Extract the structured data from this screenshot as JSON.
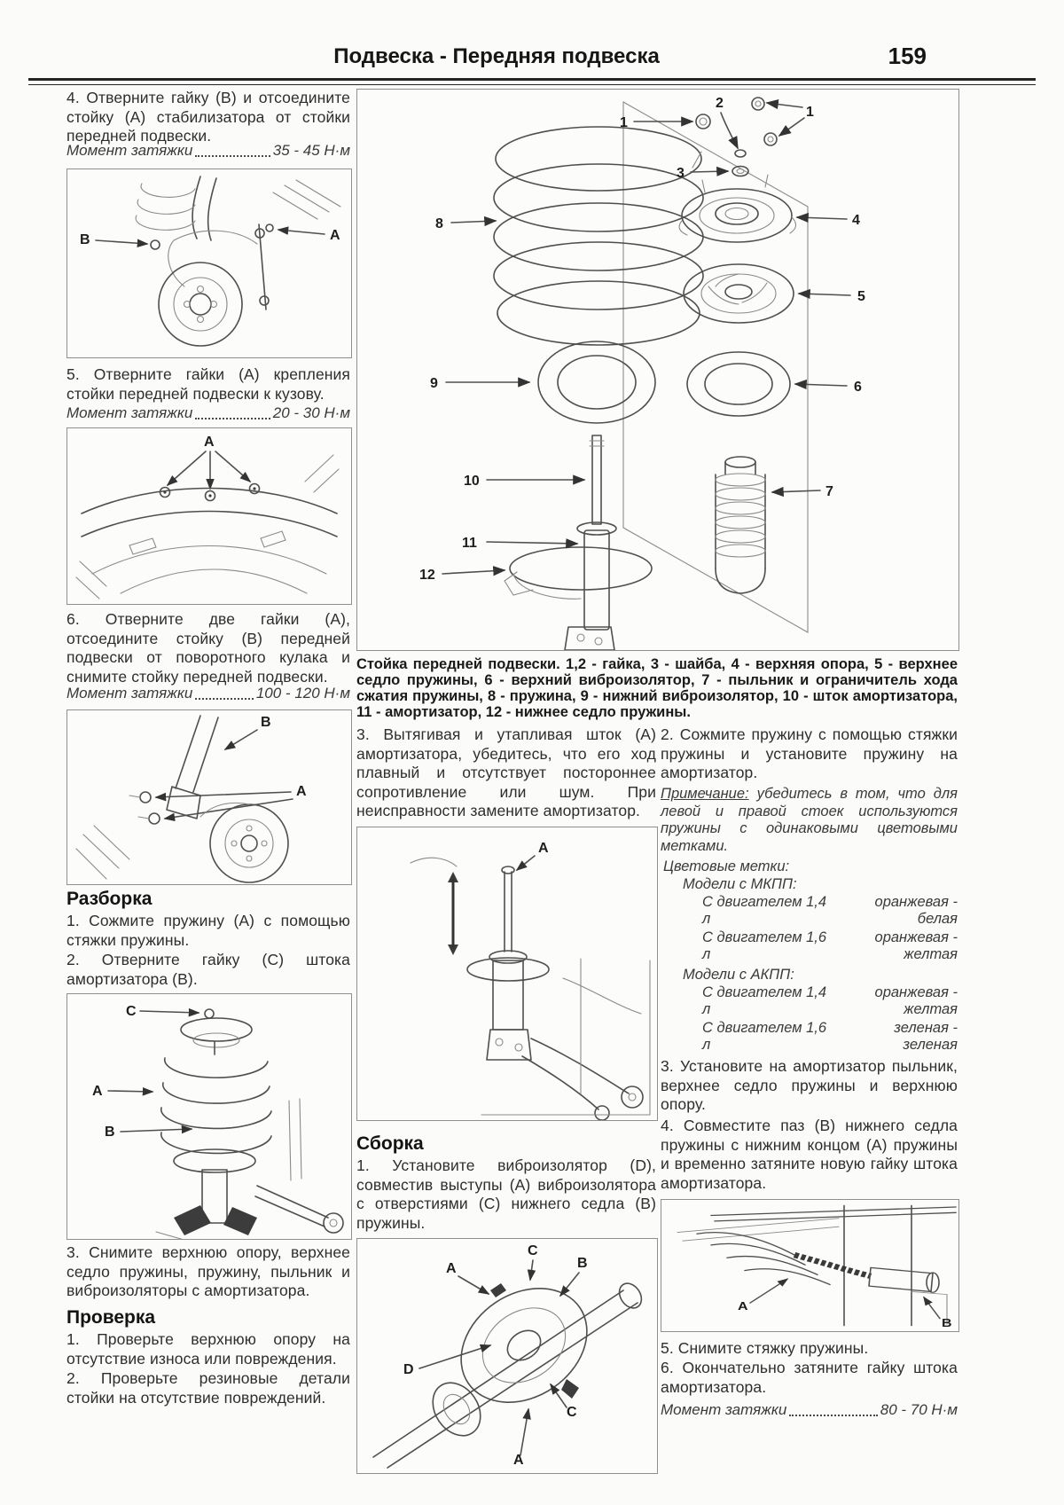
{
  "header": {
    "title": "Подвеска - Передняя подвеска",
    "page_number": "159"
  },
  "left": {
    "step4": "4. Отверните гайку (B) и отсоедините стойку (A) стабилизатора от стойки передней подвески.",
    "torque4_label": "Момент затяжки",
    "torque4_value": "35 - 45 Н·м",
    "step5": "5. Отверните гайки (A) крепления стойки передней подвески к кузову.",
    "torque5_label": "Момент затяжки",
    "torque5_value": "20 - 30 Н·м",
    "step6": "6. Отверните две гайки (A), отсоедините стойку (B) передней подвески от поворотного кулака и снимите стойку передней подвески.",
    "torque6_label": "Момент затяжки",
    "torque6_value": "100 - 120 Н·м",
    "disassembly_heading": "Разборка",
    "disassembly_step1": "1. Сожмите пружину (A) с помощью стяжки пружины.",
    "disassembly_step2": "2. Отверните гайку (C) штока амортизатора (B).",
    "disassembly_step3": "3. Снимите верхнюю опору, верхнее седло пружины, пружину, пыльник и виброизоляторы с амортизатора.",
    "inspection_heading": "Проверка",
    "inspection_step1": "1. Проверьте верхнюю опору на отсутствие износа или повреждения.",
    "inspection_step2": "2. Проверьте резиновые детали стойки на отсутствие повреждений."
  },
  "main_figure": {
    "caption": "Стойка передней подвески. 1,2 - гайка, 3 - шайба, 4 - верхняя опора, 5 - верхнее седло пружины, 6 - верхний виброизолятор, 7 - пыльник и ограничитель хода сжатия пружины, 8 - пружина, 9 - нижний виброизолятор, 10 - шток амортизатора, 11 - амортизатор, 12 - нижнее седло пружины.",
    "labels": {
      "l1": "1",
      "l1b": "1",
      "l2": "2",
      "l3": "3",
      "l4": "4",
      "l5": "5",
      "l6": "6",
      "l7": "7",
      "l8": "8",
      "l9": "9",
      "l10": "10",
      "l11": "11",
      "l12": "12"
    }
  },
  "middle": {
    "step3": "3. Вытягивая и утапливая шток (A) амортизатора, убедитесь, что его ход плавный и отсутствует постороннее сопротивление или шум. При неисправности замените амортизатор.",
    "assembly_heading": "Сборка",
    "assembly_step1": "1. Установите виброизолятор (D), совместив выступы (A) виброизолятора с отверстиями (C) нижнего седла (B) пружины."
  },
  "right": {
    "step2": "2. Сожмите пружину с помощью стяжки пружины и установите пружину на амортизатор.",
    "note_label": "Примечание:",
    "note_text": " убедитесь в том, что для левой и правой стоек используются пружины с одинаковыми цветовыми метками.",
    "color_marks_heading": "Цветовые метки:",
    "mt_heading": "Модели с МКПП:",
    "mt_entries": [
      {
        "label": "С двигателем 1,4 л",
        "value": "оранжевая - белая"
      },
      {
        "label": "С двигателем 1,6 л",
        "value": "оранжевая - желтая"
      }
    ],
    "at_heading": "Модели с АКПП:",
    "at_entries": [
      {
        "label": "С двигателем 1,4 л",
        "value": "оранжевая - желтая"
      },
      {
        "label": "С двигателем 1,6 л",
        "value": "зеленая - зеленая"
      }
    ],
    "step3": "3. Установите на амортизатор пыльник, верхнее седло пружины и верхнюю опору.",
    "step4": "4. Совместите паз (B) нижнего седла пружины с нижним концом (A) пружины и временно затяните новую гайку штока амортизатора.",
    "step5": "5. Снимите стяжку пружины.",
    "step6": "6. Окончательно затяните гайку штока амортизатора.",
    "torque_label": "Момент затяжки",
    "torque_value": "80 - 70 Н·м"
  },
  "figure_labels": {
    "fig_step4": {
      "b": "B",
      "a": "A"
    },
    "fig_step5": {
      "a": "A"
    },
    "fig_step6": {
      "b": "B",
      "a": "A"
    },
    "fig_disassembly": {
      "c": "C",
      "a": "A",
      "b": "B"
    },
    "fig_check": {
      "a": "A"
    },
    "fig_assembly": {
      "c_top": "C",
      "b": "B",
      "a_top": "A",
      "d": "D",
      "c_bottom": "C",
      "a_bottom": "A"
    },
    "fig_spring": {
      "a": "A",
      "b": "B"
    }
  }
}
